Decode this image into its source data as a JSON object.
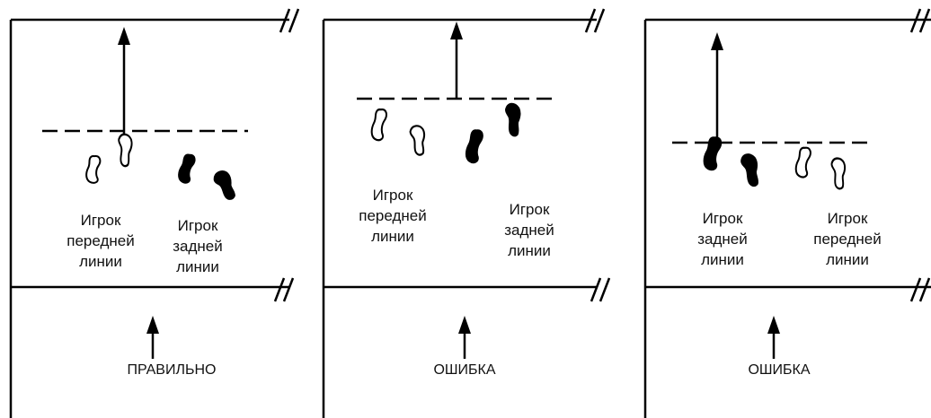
{
  "panels": [
    {
      "id": "panel-1",
      "front_label": [
        "Игрок",
        "передней",
        "линии"
      ],
      "back_label": [
        "Игрок",
        "задней",
        "линии"
      ],
      "verdict": "ПРАВИЛЬНО"
    },
    {
      "id": "panel-2",
      "front_label": [
        "Игрок",
        "передней",
        "линии"
      ],
      "back_label": [
        "Игрок",
        "задней",
        "линии"
      ],
      "verdict": "ОШИБКА"
    },
    {
      "id": "panel-3",
      "back_label": [
        "Игрок",
        "задней",
        "линии"
      ],
      "front_label": [
        "Игрок",
        "передней",
        "линии"
      ],
      "verdict": "ОШИБКА"
    }
  ],
  "colors": {
    "line": "#000000",
    "outline_player": "#ffffff",
    "filled_player": "#000000"
  },
  "icons": {
    "front_player": "outlined-foot-shape",
    "back_player": "filled-foot-shape",
    "break_mark": "double-slash"
  }
}
